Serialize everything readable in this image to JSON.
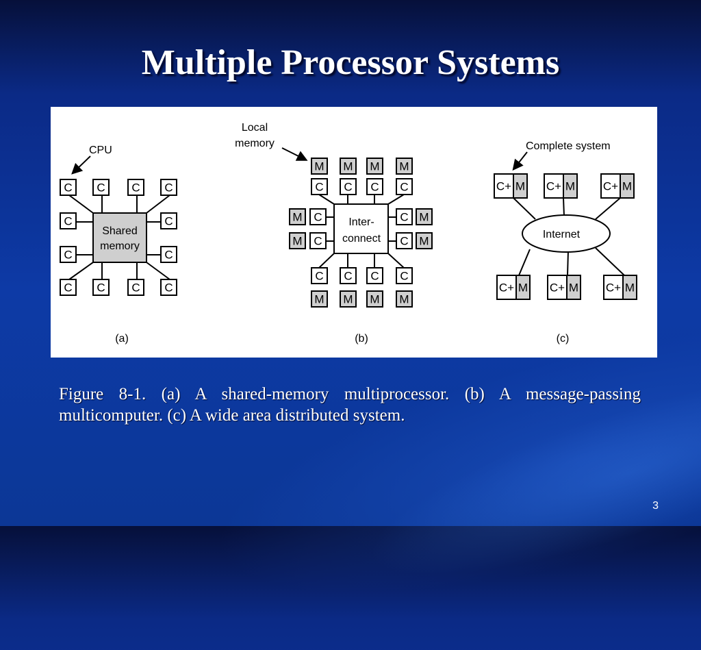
{
  "slide": {
    "title": "Multiple Processor Systems",
    "caption": "Figure 8-1. (a) A shared-memory multiprocessor. (b) A message-passing multicomputer. (c) A wide area distributed system.",
    "number": "3"
  },
  "colors": {
    "background": "#0d3aa6",
    "memory_fill": "#cfcfcf",
    "box_stroke": "#000000"
  },
  "figure": {
    "a": {
      "label": "(a)",
      "annotation": "CPU",
      "cpu_label": "C",
      "center": [
        "Shared",
        "memory"
      ]
    },
    "b": {
      "label": "(b)",
      "annotation": [
        "Local",
        "memory"
      ],
      "cpu_label": "C",
      "memory_label": "M",
      "center": [
        "Inter-",
        "connect"
      ]
    },
    "c": {
      "label": "(c)",
      "annotation": "Complete system",
      "cpu_label": "C+",
      "memory_label": "M",
      "center": "Internet"
    }
  }
}
